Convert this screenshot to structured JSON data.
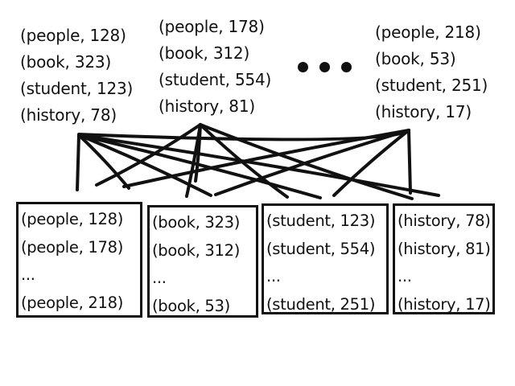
{
  "input_groups": [
    {
      "lines": [
        "(people, 128)",
        "(book, 323)",
        "(student, 123)",
        "(history, 78)"
      ]
    },
    {
      "lines": [
        "(people, 178)",
        "(book, 312)",
        "(student, 554)",
        "(history, 81)"
      ]
    },
    {
      "lines": [
        "(people, 218)",
        "(book, 53)",
        "(student, 251)",
        "(history, 17)"
      ]
    }
  ],
  "ellipsis": "...",
  "output_groups": [
    {
      "lines": [
        "(people, 128)",
        "(people, 178)",
        "...",
        "(people, 218)"
      ]
    },
    {
      "lines": [
        "(book, 323)",
        "(book, 312)",
        "...",
        "(book, 53)"
      ]
    },
    {
      "lines": [
        "(student, 123)",
        "(student, 554)",
        "...",
        "(student, 251)"
      ]
    },
    {
      "lines": [
        "(history, 78)",
        "(history, 81)",
        "...",
        "(history, 17)"
      ]
    }
  ],
  "colors": {
    "ink": "#111111",
    "background": "#ffffff"
  }
}
